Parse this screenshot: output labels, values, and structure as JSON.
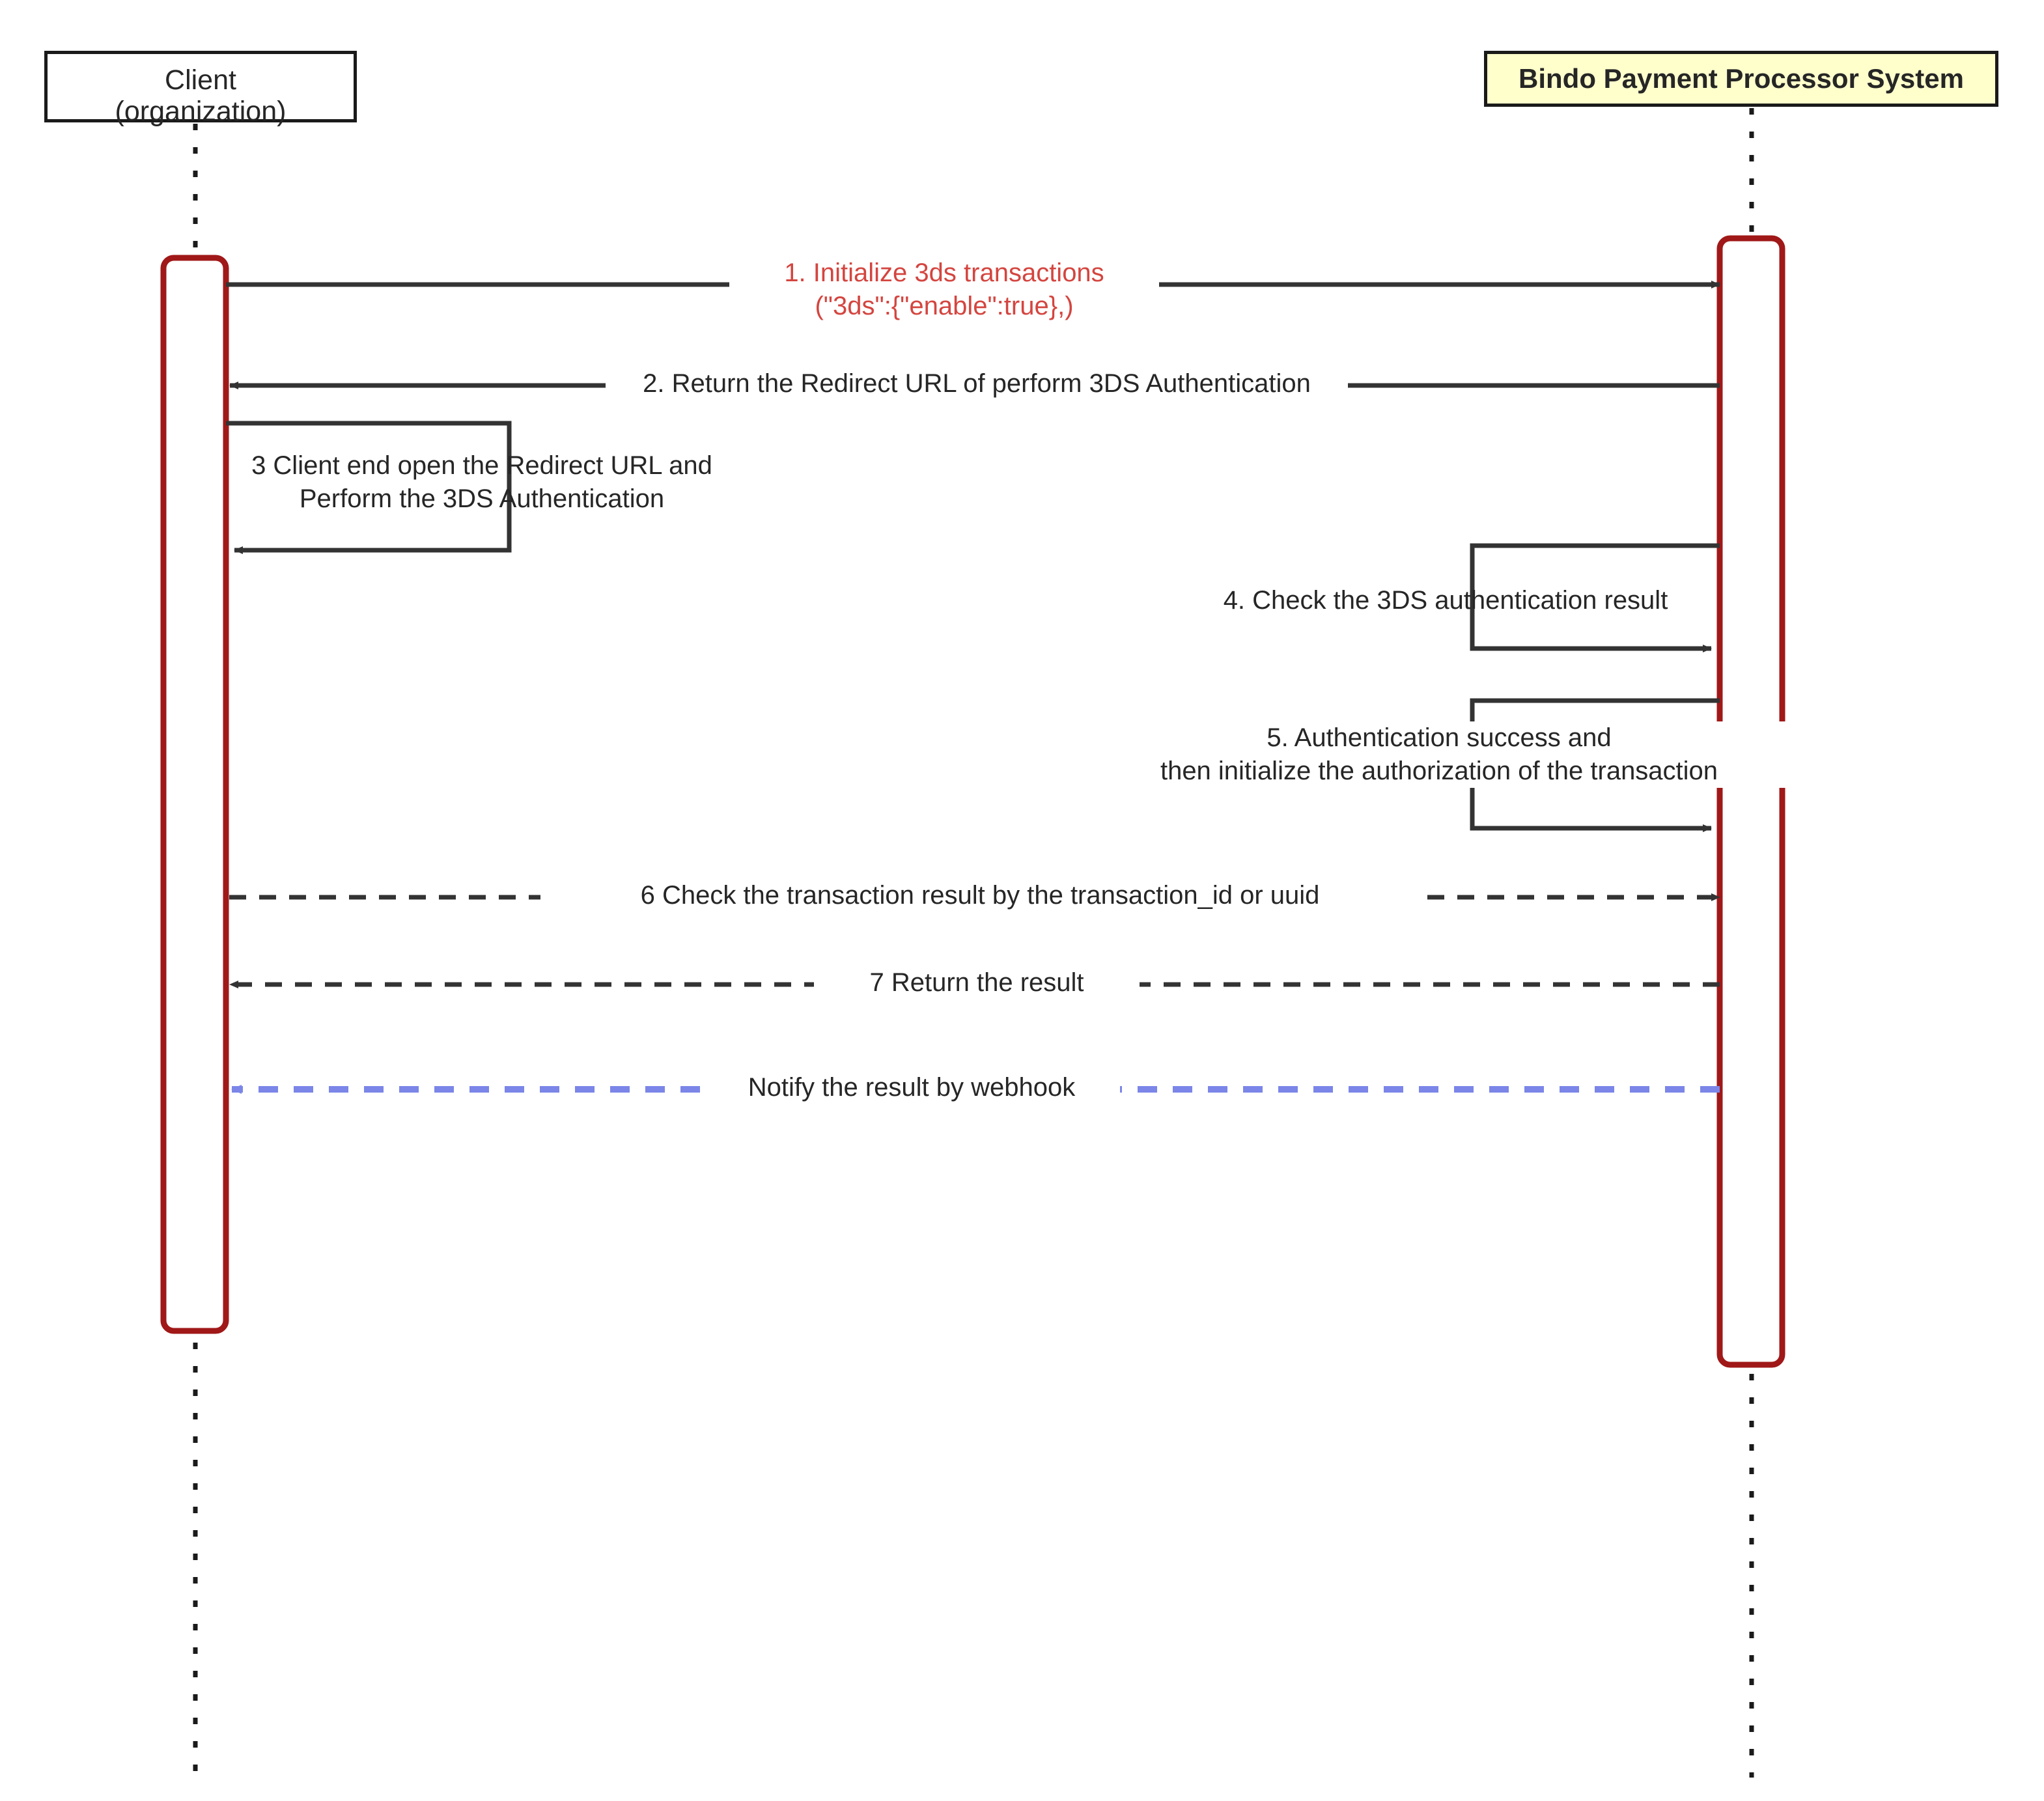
{
  "diagram": {
    "type": "sequence-diagram",
    "title": "3DS transaction flow",
    "colors": {
      "activation_border": "#a01818",
      "lifeline": "#1a1a1a",
      "arrow_default": "#333333",
      "arrow_webhook": "#7b86e8",
      "highlight_text": "#d4453f",
      "participant_fill_right": "#ffffcc",
      "participant_fill_left": "#ffffff",
      "participant_border": "#1a1a1a",
      "background": "#ffffff"
    },
    "participants": [
      {
        "id": "client",
        "label": "Client\n(organization)",
        "fill": "#ffffff",
        "bold": false
      },
      {
        "id": "bindo",
        "label": "Bindo Payment Processor System",
        "fill": "#ffffcc",
        "bold": true
      }
    ],
    "messages": [
      {
        "seq": "1",
        "label": "1. Initialize 3ds transactions\n(\"3ds\":{\"enable\":true},)",
        "from": "client",
        "to": "bindo",
        "style": "solid",
        "color": "#d4453f",
        "kind": "call"
      },
      {
        "seq": "2",
        "label": "2. Return the Redirect URL of perform 3DS Authentication",
        "from": "bindo",
        "to": "client",
        "style": "solid",
        "color": "#333333",
        "kind": "return"
      },
      {
        "seq": "3",
        "label": "3 Client end open the Redirect URL and\nPerform the 3DS Authentication",
        "from": "client",
        "to": "client",
        "style": "solid",
        "color": "#333333",
        "kind": "self"
      },
      {
        "seq": "4",
        "label": "4. Check the 3DS authentication result",
        "from": "bindo",
        "to": "bindo",
        "style": "solid",
        "color": "#333333",
        "kind": "self"
      },
      {
        "seq": "5",
        "label": "5. Authentication success and\nthen initialize the authorization of the transaction",
        "from": "bindo",
        "to": "bindo",
        "style": "solid",
        "color": "#333333",
        "kind": "self"
      },
      {
        "seq": "6",
        "label": "6 Check the transaction result by the transaction_id or uuid",
        "from": "client",
        "to": "bindo",
        "style": "dashed",
        "color": "#333333",
        "kind": "call"
      },
      {
        "seq": "7",
        "label": "7 Return the result",
        "from": "bindo",
        "to": "client",
        "style": "dashed",
        "color": "#333333",
        "kind": "return"
      },
      {
        "seq": "8",
        "label": "Notify the result by webhook",
        "from": "bindo",
        "to": "client",
        "style": "dashed",
        "color": "#7b86e8",
        "kind": "return"
      }
    ]
  }
}
